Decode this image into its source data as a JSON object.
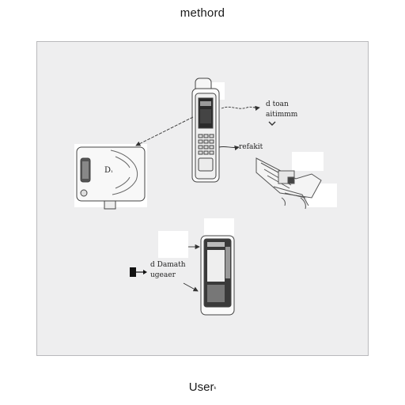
{
  "title": "methord",
  "footer": "User",
  "footer_mark": "ᵏ",
  "labels": {
    "phone_top_right_1": "d toan",
    "phone_top_right_2": "aitimmm",
    "phone_mid_right": "refakit",
    "reader_text": "D",
    "reader_text_sub": "₁",
    "phone_bottom_left_1": "d Damath",
    "phone_bottom_left_2": "ugeaer"
  },
  "colors": {
    "panel_bg": "#eeeeef",
    "line": "#333333",
    "sketch": "#555555"
  },
  "icons": [
    "mobile-phone-icon",
    "card-reader-icon",
    "vehicle-icon",
    "arrow-icon"
  ]
}
